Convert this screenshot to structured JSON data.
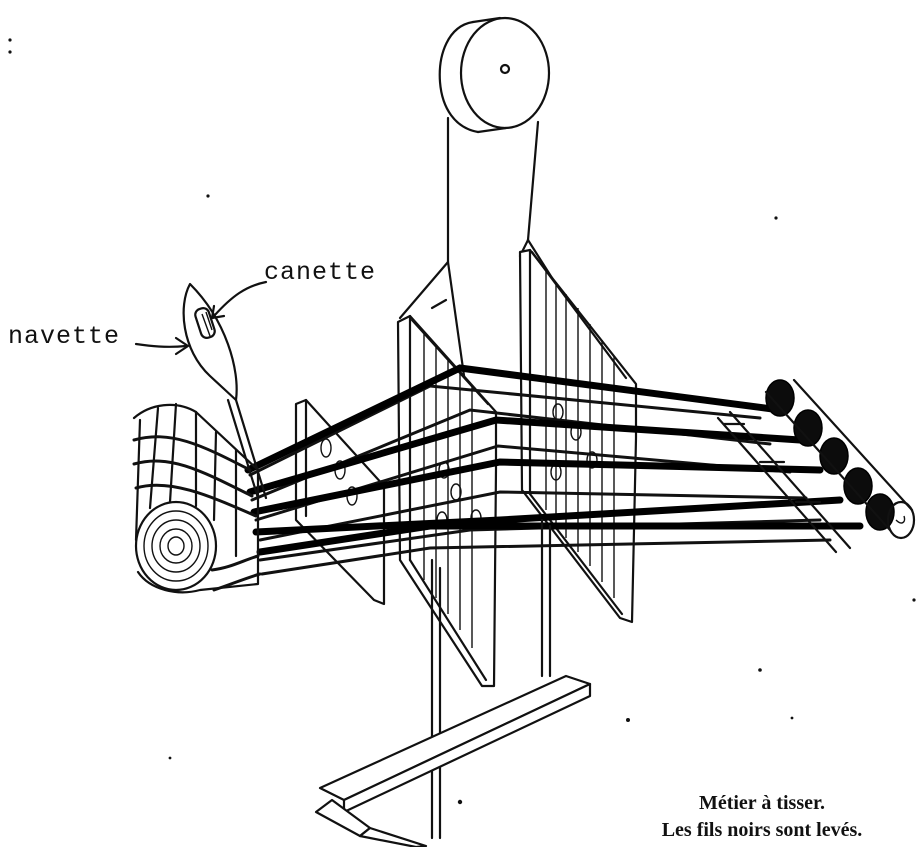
{
  "labels": {
    "navette": "navette",
    "canette": "canette"
  },
  "caption": {
    "line1": "Métier à tisser.",
    "line2": "Les fils noirs sont levés."
  }
}
